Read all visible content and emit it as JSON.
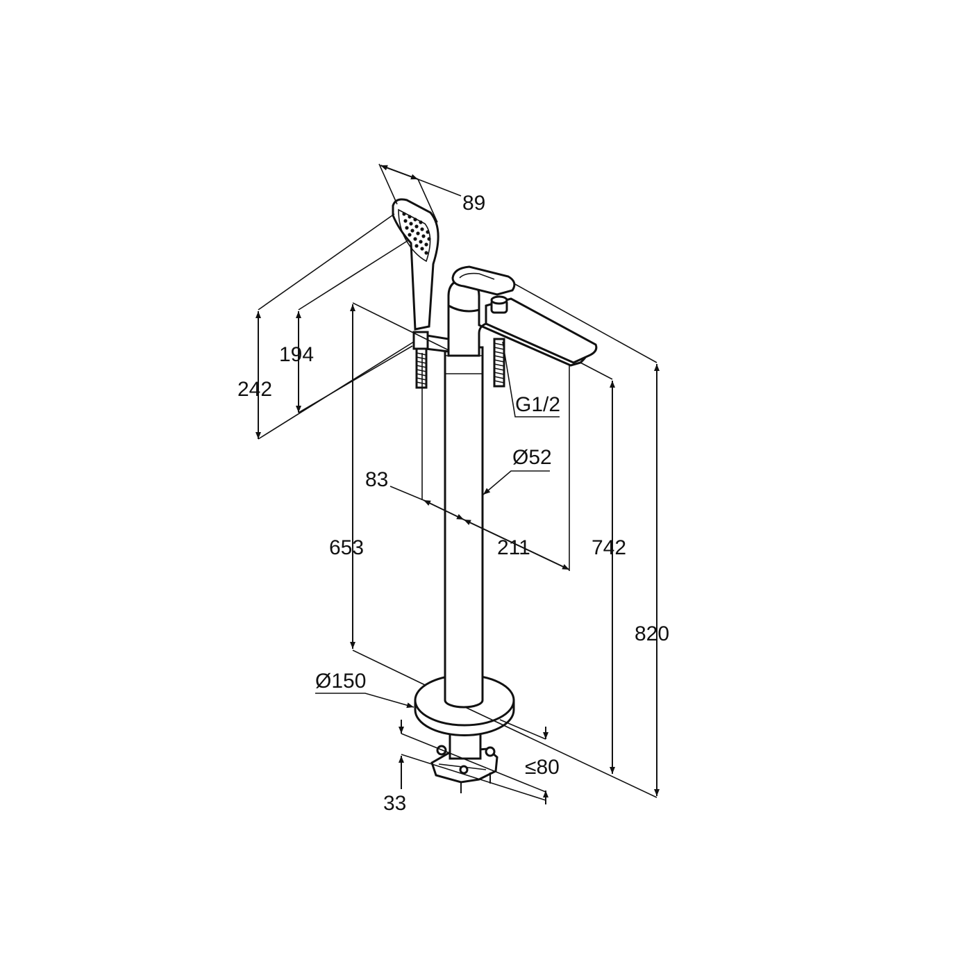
{
  "dimensions": {
    "spray_width": "89",
    "hand_shower_lower": "194",
    "hand_shower_total": "242",
    "connection_thread": "G1/2",
    "pipe_diameter": "Ø52",
    "hose_offset": "83",
    "spout_reach": "211",
    "spout_height": "653",
    "outlet_height": "742",
    "total_height": "820",
    "base_diameter": "Ø150",
    "floor_depth": "≤80",
    "fixing_height": "33"
  },
  "colors": {
    "line": "#111111",
    "background": "#ffffff"
  }
}
